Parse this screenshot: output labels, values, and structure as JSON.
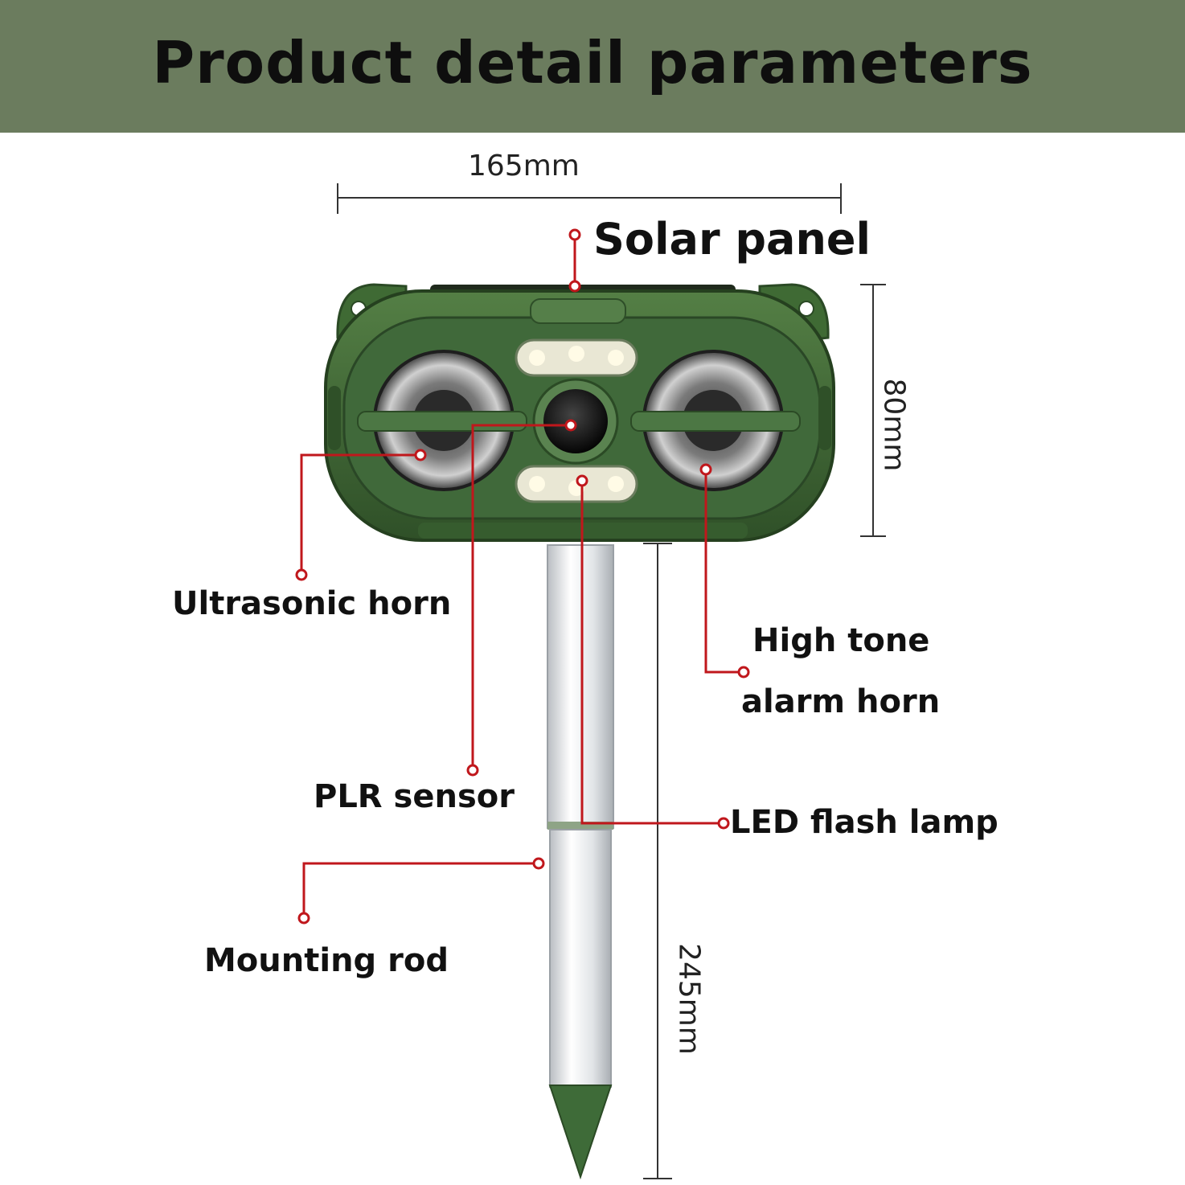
{
  "header": {
    "title": "Product detail parameters",
    "background": "#6b7c5e"
  },
  "dimensions": {
    "width": "165mm",
    "height": "80mm",
    "rod_length": "245mm"
  },
  "callouts": {
    "solar_panel": "Solar panel",
    "ultrasonic_horn": "Ultrasonic horn",
    "high_tone_line1": "High tone",
    "high_tone_line2": "alarm horn",
    "plr_sensor": "PLR sensor",
    "led_flash_lamp": "LED flash lamp",
    "mounting_rod": "Mounting rod"
  },
  "colors": {
    "callout_line": "#c0171c",
    "device_body": "#3f6a34",
    "device_dark": "#2b4a25",
    "rod": "#d9dcdf",
    "spike": "#3e6b38"
  }
}
